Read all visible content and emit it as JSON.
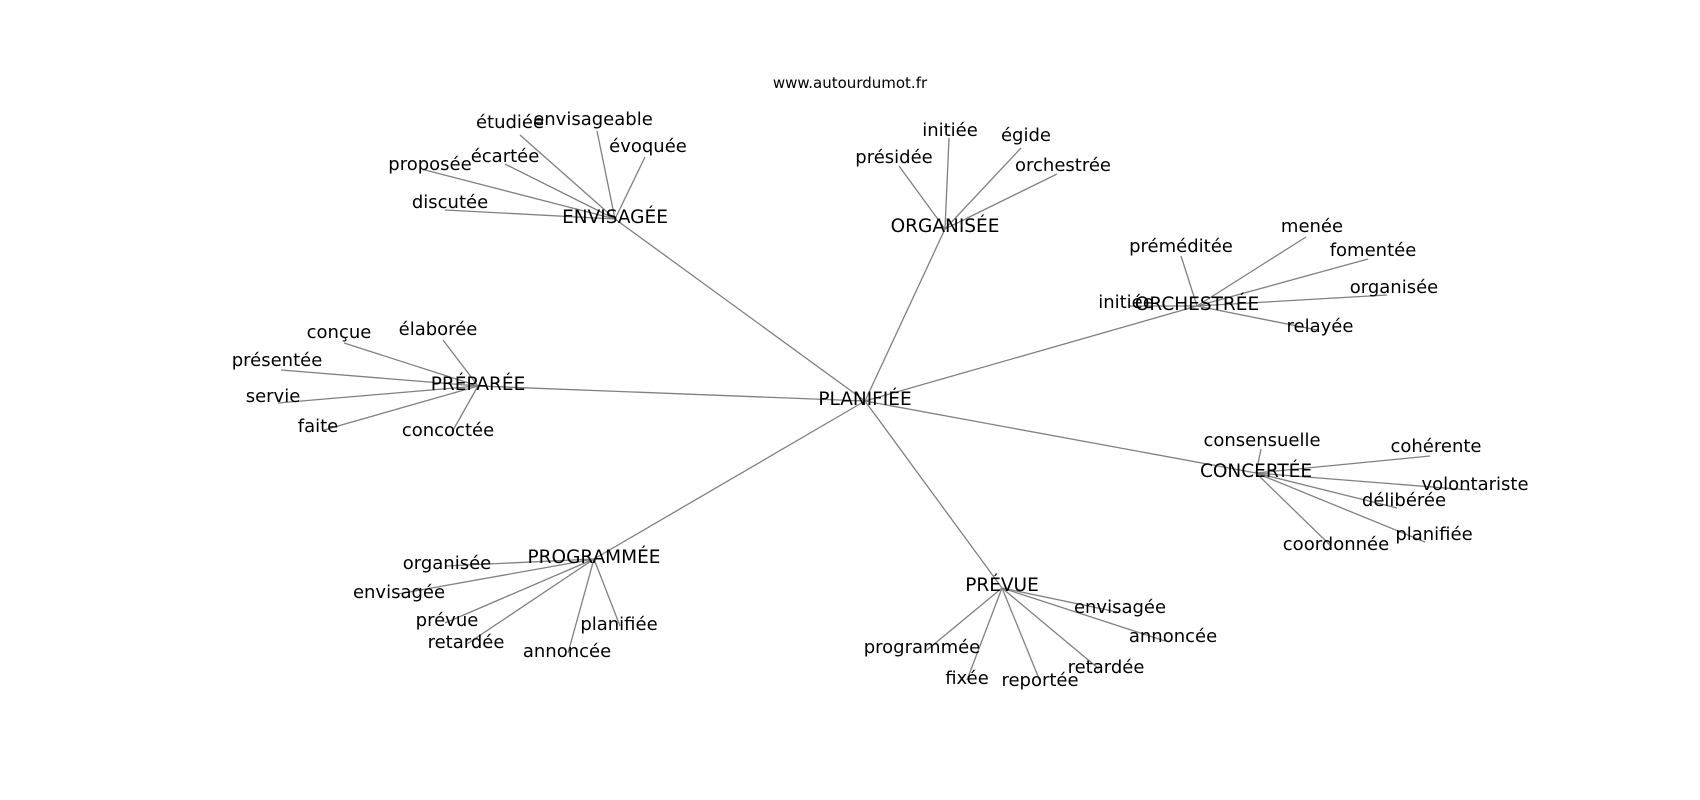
{
  "site": "www.autourdumot.fr",
  "style": {
    "edge_color": "#808080",
    "text_color": "#000000",
    "background": "#ffffff"
  },
  "graph": {
    "center": "PLANIFIÉE",
    "clusters": [
      {
        "label": "ENVISAGÉE",
        "words": [
          "étudiée",
          "envisageable",
          "écartée",
          "évoquée",
          "proposée",
          "discutée"
        ]
      },
      {
        "label": "ORGANISÉE",
        "words": [
          "initiée",
          "égide",
          "présidée",
          "orchestrée"
        ]
      },
      {
        "label": "ORCHESTRÉE",
        "words": [
          "préméditée",
          "menée",
          "fomentée",
          "organisée",
          "initiée",
          "relayée"
        ]
      },
      {
        "label": "PRÉPARÉE",
        "words": [
          "conçue",
          "élaborée",
          "présentée",
          "servie",
          "faite",
          "concoctée"
        ]
      },
      {
        "label": "CONCERTÉE",
        "words": [
          "consensuelle",
          "cohérente",
          "volontariste",
          "délibérée",
          "planifiée",
          "coordonnée"
        ]
      },
      {
        "label": "PROGRAMMÉE",
        "words": [
          "organisée",
          "envisagée",
          "prévue",
          "retardée",
          "annoncée",
          "planifiée"
        ]
      },
      {
        "label": "PRÉVUE",
        "words": [
          "envisagée",
          "annoncée",
          "programmée",
          "fixée",
          "reportée",
          "retardée"
        ]
      }
    ]
  }
}
